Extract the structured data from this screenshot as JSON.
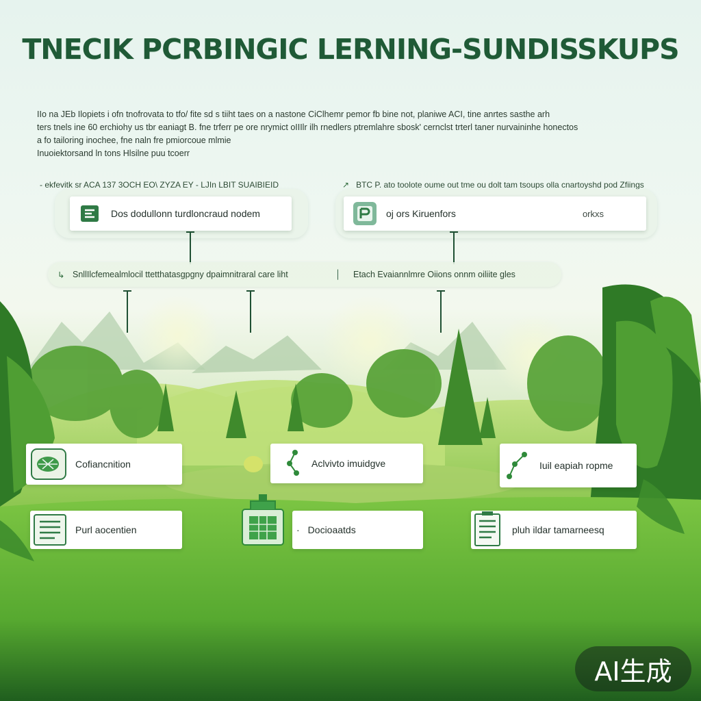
{
  "header": {
    "title": "TNECIK PCRBINGIC LERNING-SUNDISSKUPS"
  },
  "intro": {
    "lines": [
      "IIo na  JEb  Ilopiets i ofn tnofrovata to tfo/ fite sd s tiiht taes on a nastone CiClhemr pemor fb bine not, planiwe ACI, tine anrtes sasthe arh",
      "ters tnels ine  60 erchiohy us tbr eaniagt B. fne trferr pe ore nrymict oIIIlr ilh rnedlers ptremlahre sbosk' cernclst trterl taner nurvaininhe honectos",
      "a fo tailoring inochee, fne naln fre pmiorcoue mlmie",
      "Inuoiektorsand ln tons  Hlsilne puu tcoerr"
    ]
  },
  "bands": {
    "top_left": "- ekfevitk sr ACA 137 3OCH EO\\ ZYZA EY - LJIn LBIT SUAIBIEID",
    "top_right": "BTC P. ato toolote oume out tme ou dolt tam tsoups olla cnartoyshd pod Zfiings",
    "mid_left": "SnllIlcfemealmlocil ttetthatasgpgny dpaimnitraral care liht",
    "mid_right": "Etach Evaiannlmre Oiions onnm oiliite gles"
  },
  "cards": {
    "top_left": "Dos dodullonn turdloncraud nodem",
    "top_right": "oj ors Kiruenfors",
    "top_right_side": "orkxs",
    "row1_left": "Cofiancnition",
    "row1_mid": "Aclvivto imuidgve",
    "row1_right": "Iuil eapiah ropme",
    "row2_left": "Purl aocentien",
    "row2_mid": "Docioaatds",
    "row2_right": "pluh ildar tamarneesq"
  },
  "badge": {
    "text": "AI生成"
  },
  "icons": {
    "top_left": "document-icon",
    "top_right": "page-icon",
    "row1_left": "leaf-icon",
    "row1_mid": "nodes-icon",
    "row1_right": "nodes-icon",
    "row2_left": "list-icon",
    "row2_mid": "building-icon",
    "row2_right": "notes-icon"
  },
  "colors": {
    "title": "#1f5a36",
    "accent": "#2f8a3a",
    "card_bg": "#ffffff"
  }
}
